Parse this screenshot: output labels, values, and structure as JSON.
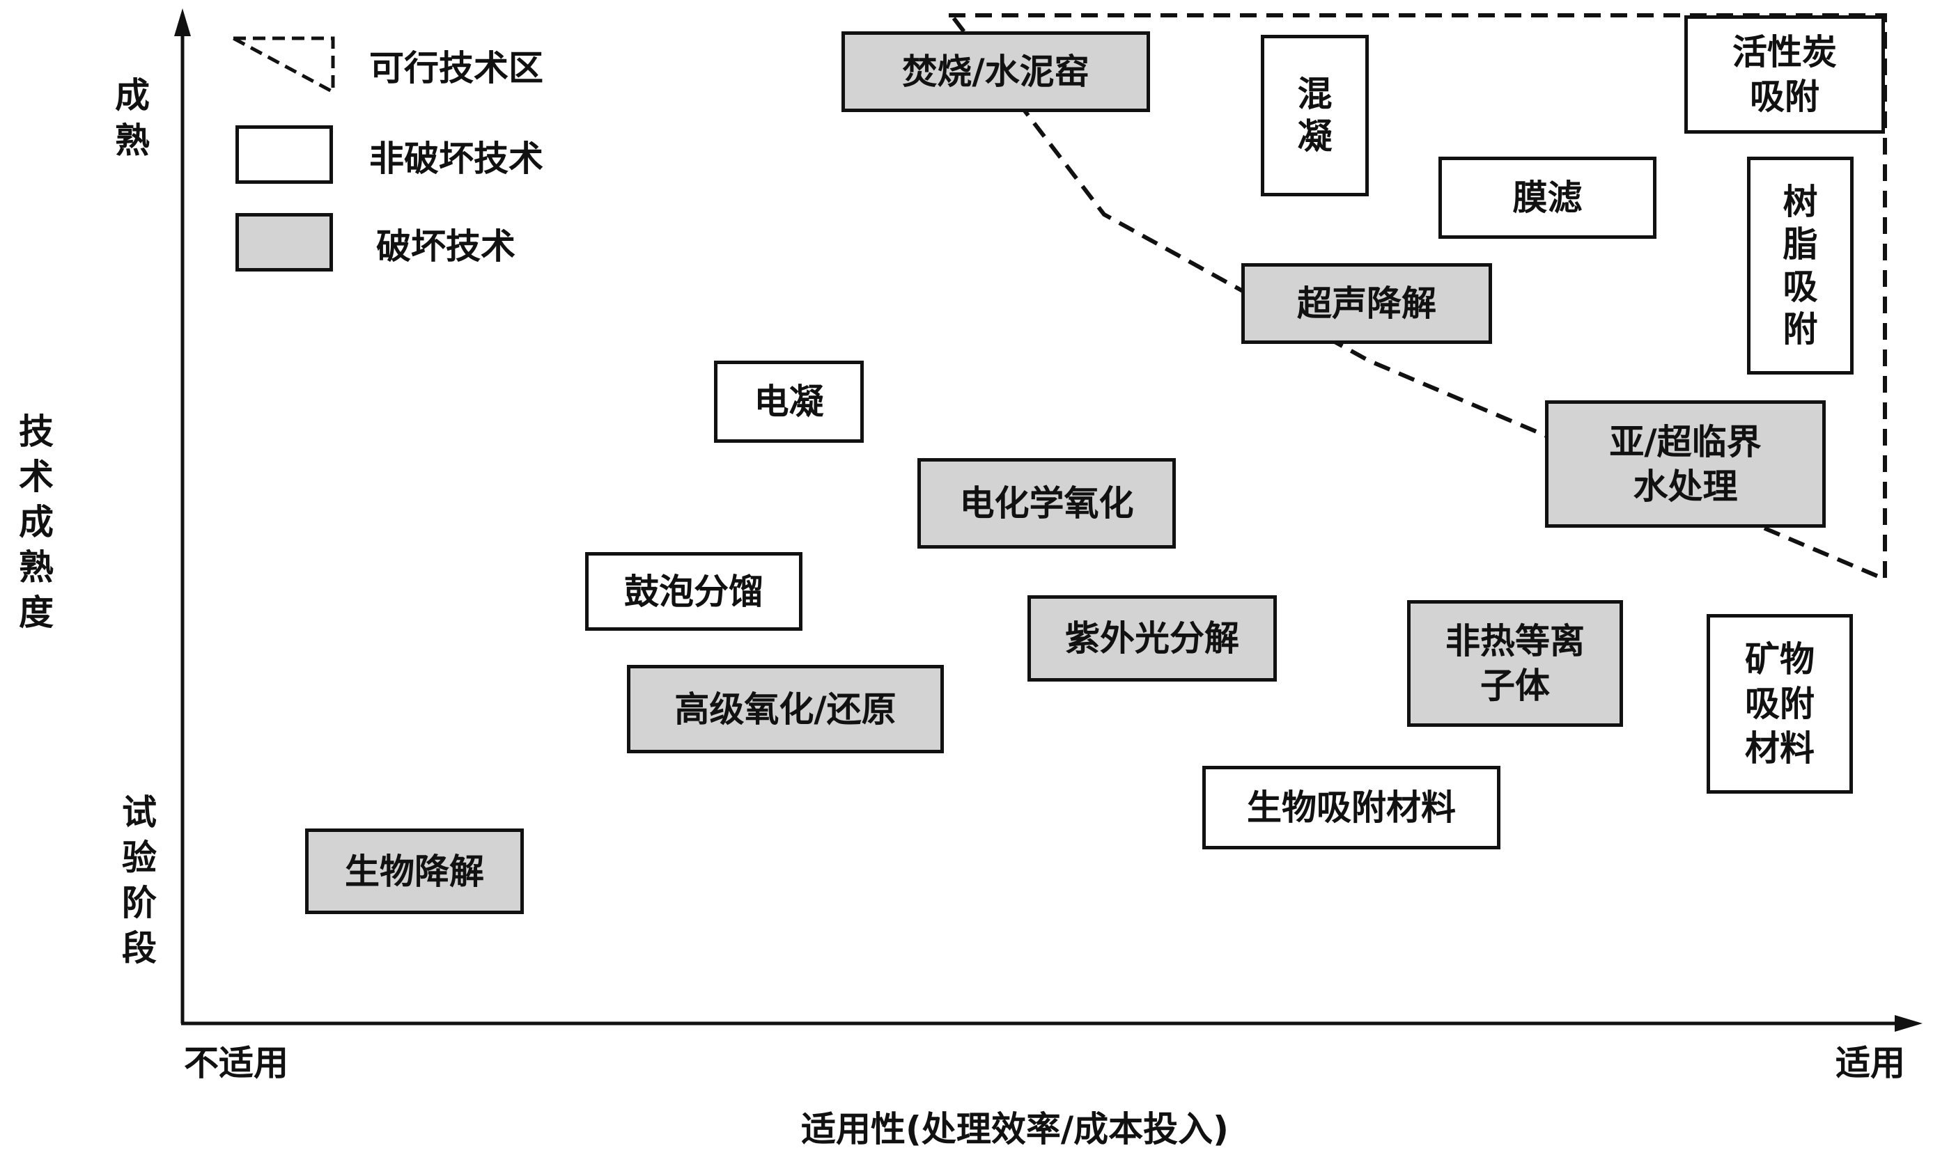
{
  "legend": {
    "feasible": "可行技术区",
    "non_destructive": "非破坏技术",
    "destructive": "破坏技术"
  },
  "axes": {
    "y_title": "技术成熟度",
    "y_top": "成熟",
    "y_bottom": "试验阶段",
    "x_left": "不适用",
    "x_right": "适用",
    "x_title": "适用性(处理效率/成本投入)"
  },
  "technologies": {
    "incineration": "焚烧/水泥窑",
    "coagulation": "混\n凝",
    "activated_carbon": "活性炭\n吸附",
    "membrane": "膜滤",
    "resin": "树\n脂\n吸\n附",
    "ultrasonic": "超声降解",
    "electrocoag": "电凝",
    "supercritical": "亚/超临界\n水处理",
    "electrochem": "电化学氧化",
    "foam": "鼓泡分馏",
    "uv": "紫外光分解",
    "plasma": "非热等离\n子体",
    "mineral": "矿物\n吸附\n材料",
    "aop": "高级氧化/还原",
    "bio_adsorb": "生物吸附材料",
    "biodegrade": "生物降解"
  },
  "colors": {
    "destructive_fill": "#d3d3d3",
    "non_destructive_fill": "#ffffff",
    "stroke": "#111111"
  }
}
